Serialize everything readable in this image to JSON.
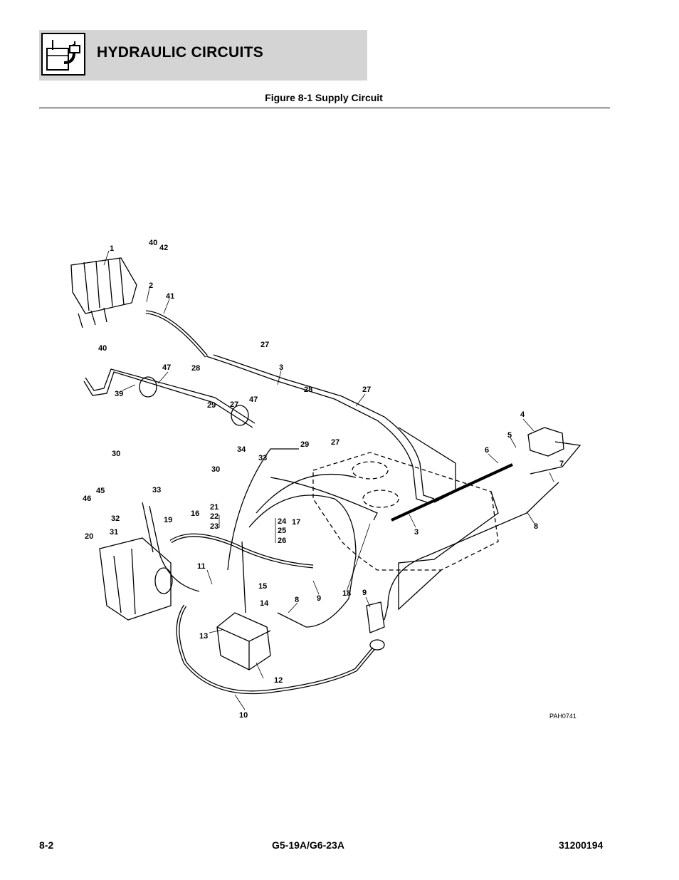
{
  "header": {
    "section_title": "HYDRAULIC CIRCUITS",
    "icon": "hydraulic-reservoir-icon"
  },
  "figure": {
    "title": "Figure 8-1 Supply Circuit",
    "code": "PAH0741"
  },
  "callouts": [
    "1",
    "40",
    "42",
    "2",
    "41",
    "40",
    "27",
    "28",
    "3",
    "47",
    "39",
    "29",
    "27",
    "47",
    "28",
    "27",
    "29",
    "27",
    "34",
    "33",
    "4",
    "5",
    "6",
    "7",
    "30",
    "30",
    "45",
    "33",
    "46",
    "32",
    "19",
    "16",
    "21",
    "22",
    "23",
    "24",
    "25",
    "26",
    "17",
    "20",
    "31",
    "11",
    "15",
    "14",
    "13",
    "8",
    "9",
    "18",
    "9",
    "12",
    "3",
    "8",
    "10"
  ],
  "footer": {
    "page": "8-2",
    "model": "G5-19A/G6-23A",
    "doc_number": "31200194"
  }
}
